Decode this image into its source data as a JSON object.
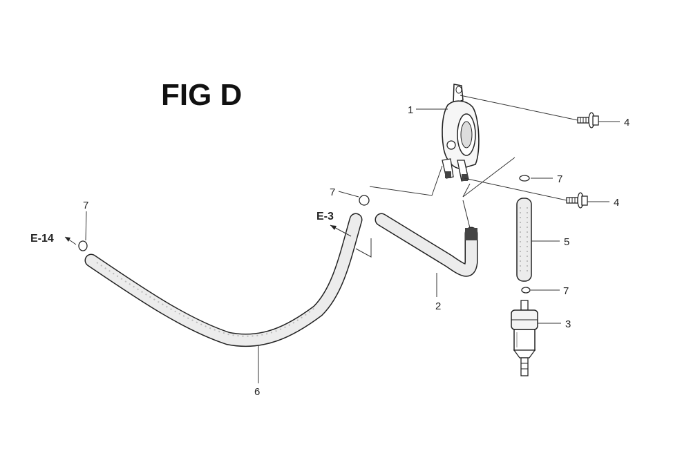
{
  "figure_title": "FIG D",
  "colors": {
    "line": "#222222",
    "hose_fill": "#e9e9e9",
    "background": "#ffffff"
  },
  "callouts": {
    "c1": "1",
    "c2": "2",
    "c3": "3",
    "c4a": "4",
    "c4b": "4",
    "c5": "5",
    "c6": "6",
    "c7a": "7",
    "c7b": "7",
    "c7c": "7",
    "c7d": "7"
  },
  "references": {
    "e3": "E-3",
    "e14": "E-14"
  },
  "parts": [
    {
      "no": "1",
      "part": "fuel-pump"
    },
    {
      "no": "2",
      "part": "bent-fuel-hose"
    },
    {
      "no": "3",
      "part": "fuel-filter"
    },
    {
      "no": "4",
      "part": "flange-bolt"
    },
    {
      "no": "5",
      "part": "straight-fuel-hose"
    },
    {
      "no": "6",
      "part": "long-fuel-hose"
    },
    {
      "no": "7",
      "part": "hose-clip"
    }
  ]
}
